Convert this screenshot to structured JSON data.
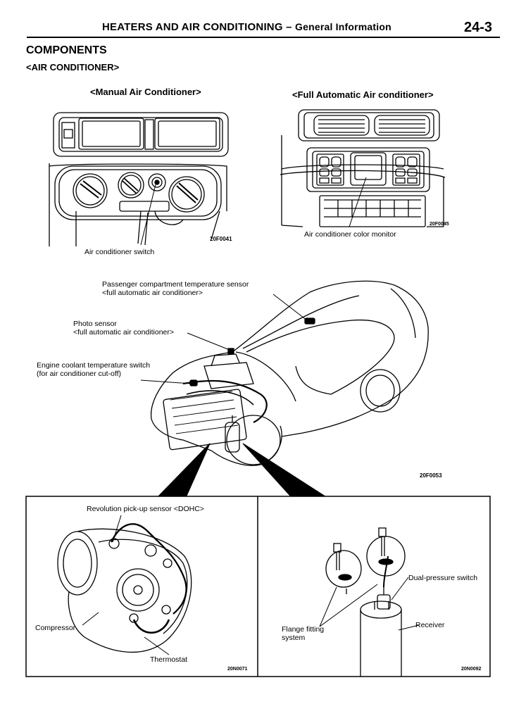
{
  "header": {
    "title": "HEATERS AND AIR CONDITIONING",
    "dash": "–",
    "subtitle": "General Information",
    "page": "24-3"
  },
  "section": {
    "title": "COMPONENTS",
    "subtitle": "<AIR CONDITIONER>"
  },
  "panels": {
    "manual": {
      "caption": "<Manual Air Conditioner>",
      "label": "Air conditioner switch",
      "code": "20F0041"
    },
    "auto": {
      "caption": "<Full Automatic Air conditioner>",
      "label": "Air conditioner color monitor",
      "code": "20F0045"
    }
  },
  "car": {
    "code": "20F0053",
    "labels": {
      "passenger_sensor_1": "Passenger compartment temperature sensor",
      "passenger_sensor_2": "<full automatic air conditioner>",
      "photo_sensor_1": "Photo sensor",
      "photo_sensor_2": "<full automatic air conditioner>",
      "coolant_switch_1": "Engine coolant temperature switch",
      "coolant_switch_2": "(for air conditioner cut-off)"
    }
  },
  "detail_left": {
    "code": "20N0071",
    "labels": {
      "revolution": "Revolution pick-up sensor <DOHC>",
      "compressor": "Compressor",
      "thermostat": "Thermostat"
    }
  },
  "detail_right": {
    "code": "20N0092",
    "labels": {
      "dual_pressure": "Dual-pressure switch",
      "flange_1": "Flange fitting",
      "flange_2": "system",
      "receiver": "Receiver"
    }
  }
}
